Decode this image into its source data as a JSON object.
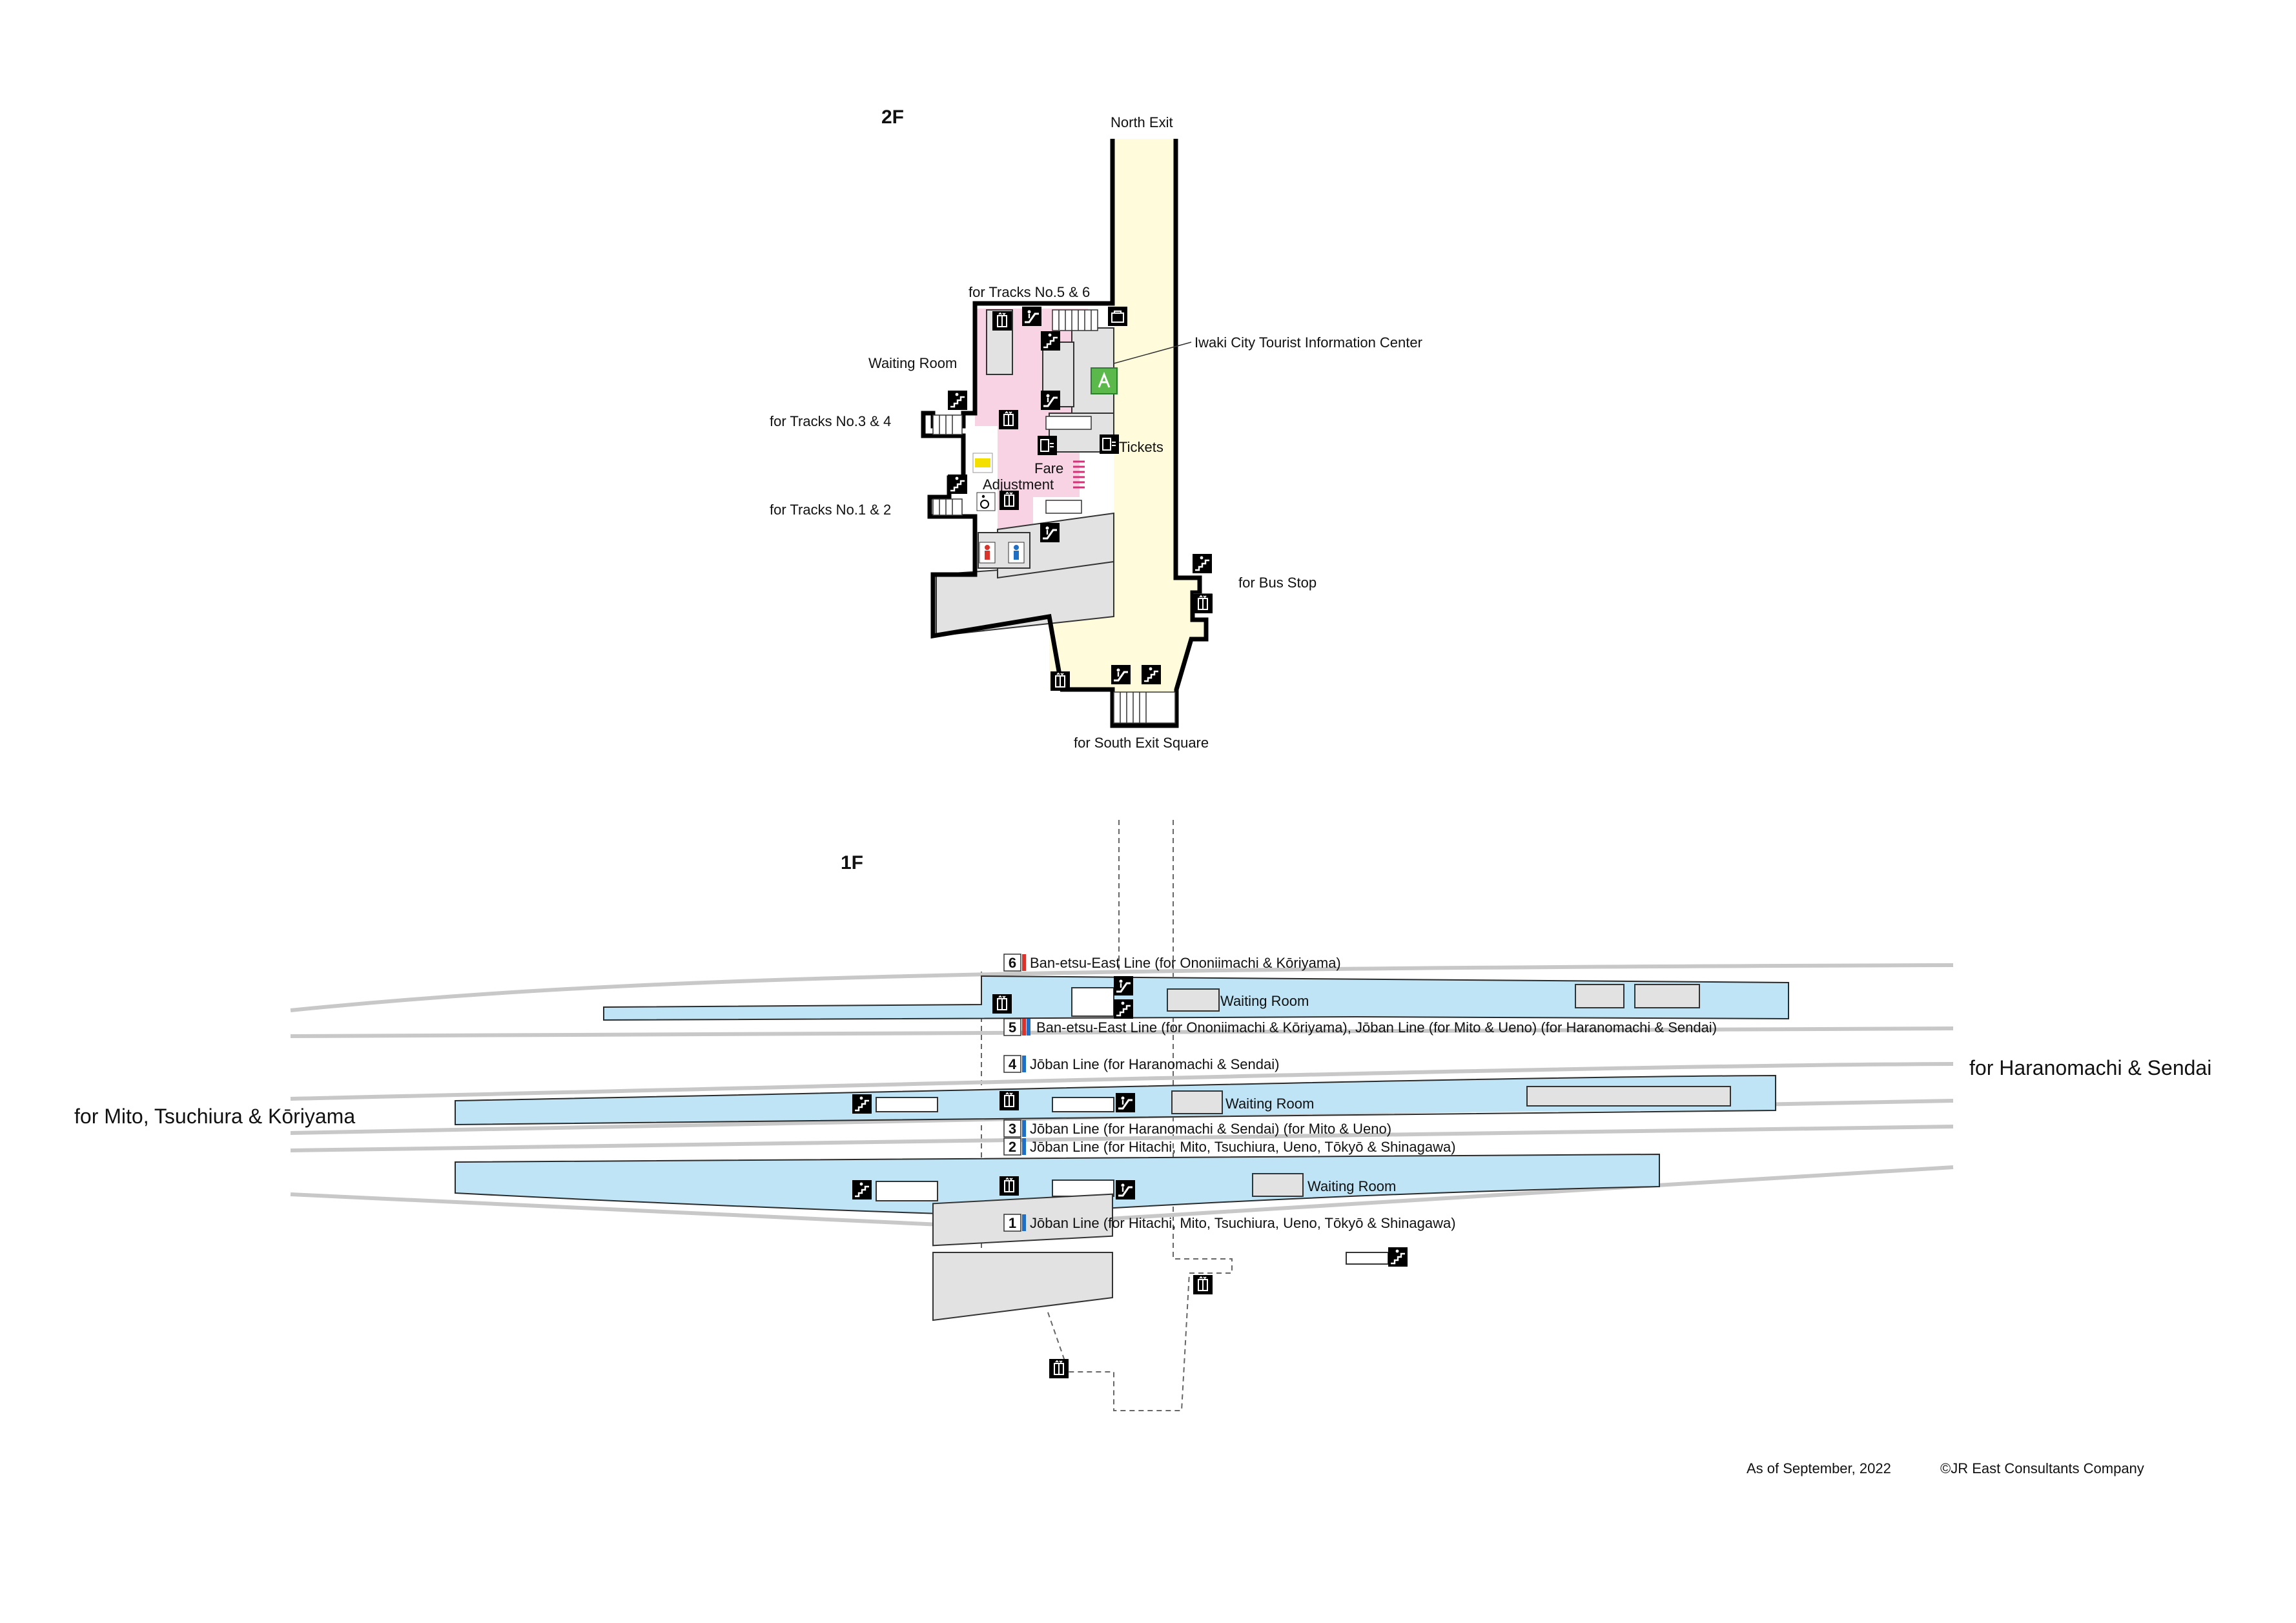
{
  "floor_2f": {
    "title": "2F",
    "labels": {
      "north_exit": "North Exit",
      "tracks_5_6": "for Tracks No.5 & 6",
      "waiting_room": "Waiting Room",
      "tracks_3_4": "for Tracks No.3 & 4",
      "tracks_1_2": "for Tracks No.1 & 2",
      "tourist_info": "Iwaki City Tourist Information Center",
      "tickets": "Tickets",
      "fare_1": "Fare",
      "fare_2": "Adjustment",
      "bus_stop": "for Bus Stop",
      "south_exit": "for South Exit Square"
    }
  },
  "floor_1f": {
    "title": "1F",
    "directions": {
      "east": "for Haranomachi & Sendai",
      "west": "for Mito, Tsuchiura & Kōriyama"
    },
    "waiting_rooms": [
      "Waiting Room",
      "Waiting Room",
      "Waiting Room"
    ],
    "tracks": [
      {
        "num": "6",
        "color": "#d9332b",
        "desc": "Ban-etsu-East Line (for Ononiimachi & Kōriyama)"
      },
      {
        "num": "5",
        "color": "#d9332b",
        "color2": "#1f6fc4",
        "desc": "Ban-etsu-East Line (for Ononiimachi & Kōriyama), Jōban Line (for Mito & Ueno) (for Haranomachi & Sendai)"
      },
      {
        "num": "4",
        "color": "#1f6fc4",
        "desc": "Jōban Line (for Haranomachi & Sendai)"
      },
      {
        "num": "3",
        "color": "#1f6fc4",
        "desc": "Jōban Line (for Haranomachi & Sendai) (for Mito & Ueno)"
      },
      {
        "num": "2",
        "color": "#1f6fc4",
        "desc": "Jōban Line (for Hitachi, Mito, Tsuchiura, Ueno, Tōkyō & Shinagawa)"
      },
      {
        "num": "1",
        "color": "#1f6fc4",
        "desc": "Jōban Line (for Hitachi, Mito, Tsuchiura, Ueno, Tōkyō & Shinagawa)"
      }
    ]
  },
  "footer": {
    "date": "As of September, 2022",
    "copyright": "©JR East Consultants Company"
  },
  "colors": {
    "concourse": "#fffbdb",
    "gate_area": "#f8d3e4",
    "room": "#e2e2e2",
    "platform": "#bfe4f6",
    "info": "#5bb84a"
  },
  "icons": [
    "elevator-icon",
    "escalator-icon",
    "stairs-icon",
    "restroom-icon",
    "wheelchair-icon",
    "ticket-machine-icon",
    "coin-locker-icon",
    "tourist-info-icon",
    "newdays-shop-icon"
  ]
}
